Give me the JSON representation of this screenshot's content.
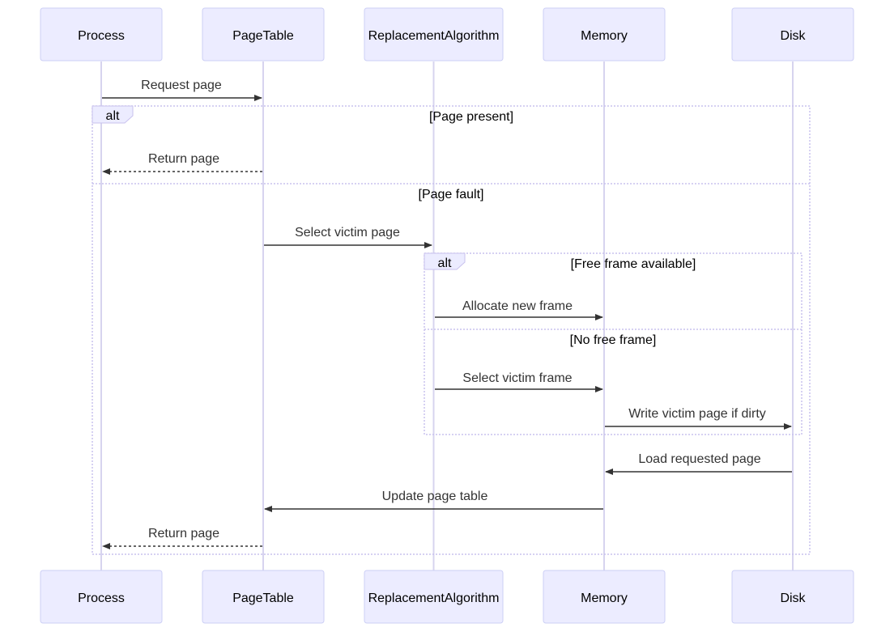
{
  "participants": [
    "Process",
    "PageTable",
    "ReplacementAlgorithm",
    "Memory",
    "Disk"
  ],
  "messages": [
    {
      "from": "Process",
      "to": "PageTable",
      "label": "Request page",
      "style": "solid"
    },
    {
      "from": "PageTable",
      "to": "Process",
      "label": "Return page",
      "style": "dashed"
    },
    {
      "from": "PageTable",
      "to": "ReplacementAlgorithm",
      "label": "Select victim page",
      "style": "solid"
    },
    {
      "from": "ReplacementAlgorithm",
      "to": "Memory",
      "label": "Allocate new frame",
      "style": "solid"
    },
    {
      "from": "ReplacementAlgorithm",
      "to": "Memory",
      "label": "Select victim frame",
      "style": "solid"
    },
    {
      "from": "Memory",
      "to": "Disk",
      "label": "Write victim page if dirty",
      "style": "solid"
    },
    {
      "from": "Disk",
      "to": "Memory",
      "label": "Load requested page",
      "style": "solid"
    },
    {
      "from": "Memory",
      "to": "PageTable",
      "label": "Update page table",
      "style": "solid"
    },
    {
      "from": "PageTable",
      "to": "Process",
      "label": "Return page",
      "style": "dashed"
    }
  ],
  "fragments": [
    {
      "type": "alt",
      "conditions": [
        "[Page present]",
        "[Page fault]"
      ]
    },
    {
      "type": "alt",
      "conditions": [
        "[Free frame available]",
        "[No free frame]"
      ]
    }
  ],
  "colors": {
    "participant_fill": "#ececff",
    "participant_border": "#cccff5",
    "lifeline": "#d7d4ef",
    "fragment_border": "#c9c2ee",
    "message": "#333333"
  }
}
